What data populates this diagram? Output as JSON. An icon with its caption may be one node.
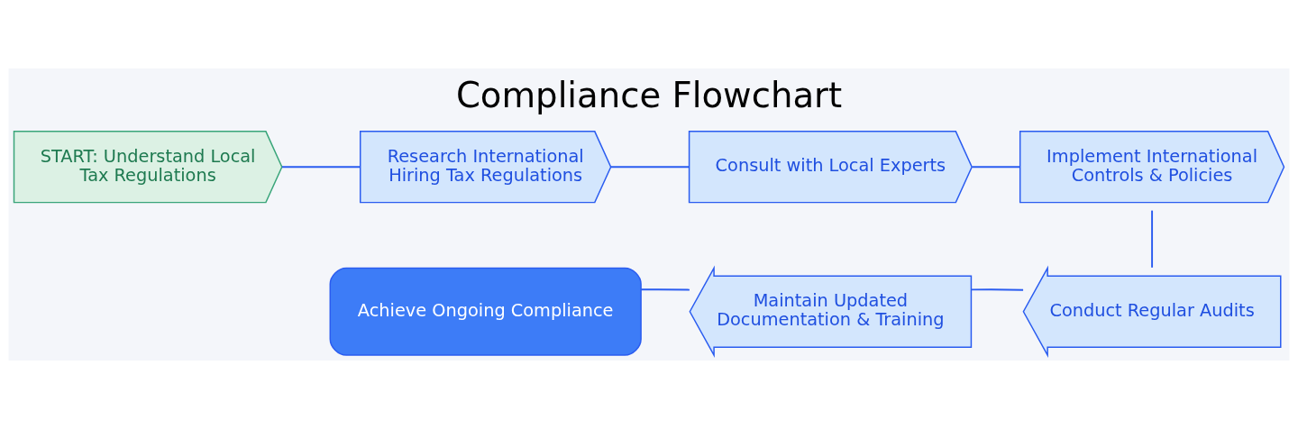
{
  "diagram": {
    "title": "Compliance Flowchart",
    "nodes": [
      {
        "text": [
          "START: Understand Local Tax Regulations"
        ]
      },
      {
        "text": [
          "Research International Hiring Tax Regulations"
        ]
      },
      {
        "text": [
          "Consult with Local Experts"
        ]
      },
      {
        "text": [
          "Implement International Controls & Policies"
        ]
      },
      {
        "text": [
          "Conduct Regular Audits"
        ]
      },
      {
        "text": [
          "Maintain Updated Documentation & Training"
        ]
      },
      {
        "text": [
          "Achieve Ongoing Compliance"
        ]
      }
    ],
    "edges": [
      {
        "from": 0,
        "to": 1,
        "arrow": "none"
      },
      {
        "from": 1,
        "to": 2,
        "arrow": "none"
      },
      {
        "from": 2,
        "to": 3,
        "arrow": "none"
      },
      {
        "from": 3,
        "to": 4,
        "arrow": "none"
      },
      {
        "from": 4,
        "to": 5,
        "arrow": "none"
      },
      {
        "from": 5,
        "to": 6,
        "arrow": "none"
      }
    ]
  }
}
